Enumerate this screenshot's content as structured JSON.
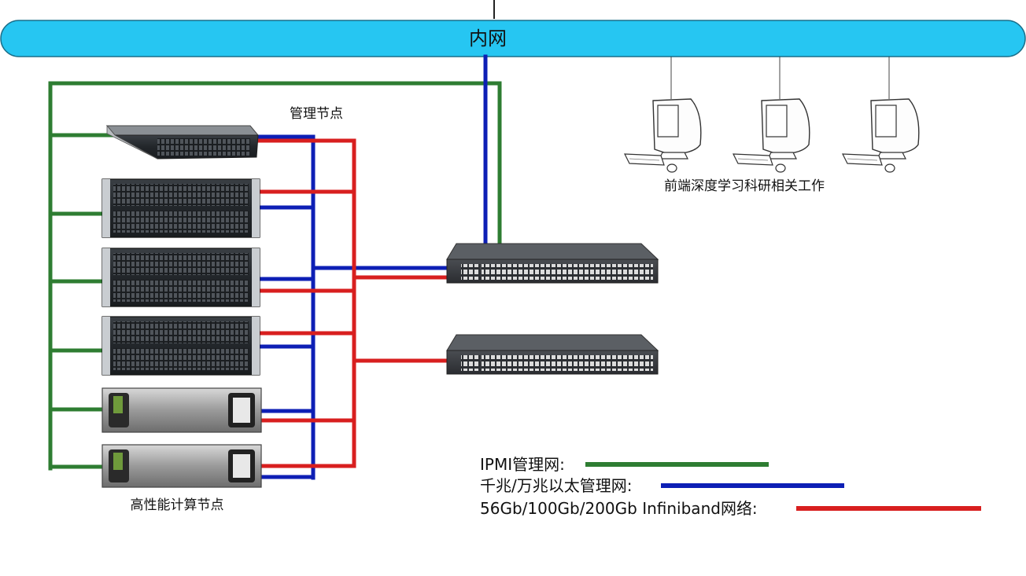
{
  "intranet": {
    "label": "内网"
  },
  "management_node": {
    "label": "管理节点"
  },
  "compute_nodes": {
    "label": "高性能计算节点"
  },
  "workstations": {
    "label": "前端深度学习科研相关工作",
    "count": 3
  },
  "legend": {
    "ipmi": {
      "label": "IPMI管理网:",
      "color": "#2e7d32"
    },
    "ethernet": {
      "label": "千兆/万兆以太管理网:",
      "color": "#0d1fb5"
    },
    "infiniband": {
      "label": "56Gb/100Gb/200Gb Infiniband网络:",
      "color": "#d81f1f"
    }
  },
  "colors": {
    "bus": "#26c6f2",
    "ipmi": "#2e7d32",
    "ethernet": "#0d1fb5",
    "infiniband": "#d81f1f"
  }
}
